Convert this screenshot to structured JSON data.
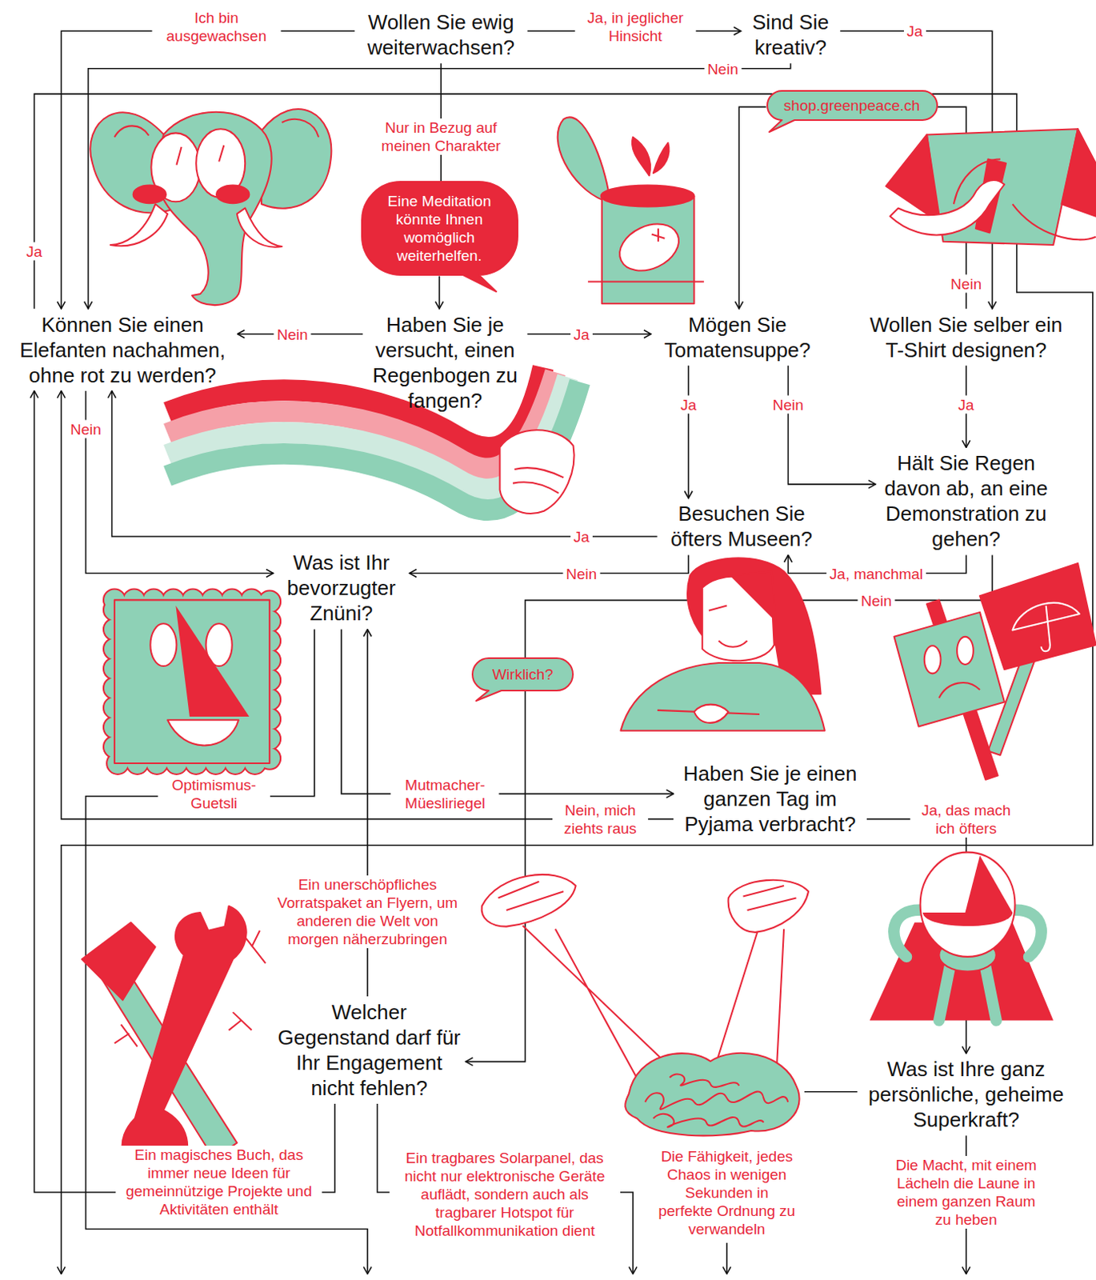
{
  "diagram": {
    "nodes": [
      {
        "text": [
          "Wollen Sie ewig weiterwachsen?"
        ]
      },
      {
        "text": [
          "Sind Sie kreativ?"
        ]
      },
      {
        "text": [
          "shop.greenpeace.ch"
        ]
      },
      {
        "text": [
          "Eine Meditation könnte Ihnen womöglich weiterhelfen."
        ]
      },
      {
        "text": [
          "Können Sie einen Elefanten nachahmen, ohne rot zu werden?"
        ]
      },
      {
        "text": [
          "Haben Sie je versucht, einen Regenbogen zu fangen?"
        ]
      },
      {
        "text": [
          "Mögen Sie Tomatensuppe?"
        ]
      },
      {
        "text": [
          "Wollen Sie selber ein T-Shirt designen?"
        ]
      },
      {
        "text": [
          "Hält Sie Regen davon ab, an eine Demonstration zu gehen?"
        ]
      },
      {
        "text": [
          "Besuchen Sie öfters Museen?"
        ]
      },
      {
        "text": [
          "Was ist Ihr bevorzugter Znüni?"
        ]
      },
      {
        "text": [
          "Wirklich?"
        ]
      },
      {
        "text": [
          "Haben Sie je einen ganzen Tag im Pyjama verbracht?"
        ]
      },
      {
        "text": [
          "Welcher Gegenstand darf für Ihr Engagement nicht fehlen?"
        ]
      },
      {
        "text": [
          "Was ist Ihre ganz persönliche, geheime Superkraft?"
        ]
      }
    ],
    "edges": [
      {
        "from": 0,
        "to": 4,
        "label": "Ich bin ausgewachsen",
        "arrow": "to"
      },
      {
        "from": 0,
        "to": 1,
        "label": "Ja, in jeglicher Hinsicht",
        "arrow": "to"
      },
      {
        "from": 1,
        "to": 4,
        "label": "Nein",
        "arrow": "to"
      },
      {
        "from": 1,
        "to": 7,
        "label": "Ja",
        "arrow": "to"
      },
      {
        "from": 0,
        "to": 3,
        "label": "Nur in Bezug auf meinen Charakter",
        "arrow": "none"
      },
      {
        "from": 3,
        "to": 5,
        "arrow": "to"
      },
      {
        "from": 7,
        "to": 2,
        "label": "Nein",
        "arrow": "none"
      },
      {
        "from": 2,
        "to": 6,
        "arrow": "to"
      },
      {
        "from": 5,
        "to": 4,
        "label": "Nein",
        "arrow": "to"
      },
      {
        "from": 5,
        "to": 6,
        "label": "Ja",
        "arrow": "to"
      },
      {
        "from": 6,
        "to": 9,
        "label": "Ja",
        "arrow": "to"
      },
      {
        "from": 6,
        "to": 8,
        "label": "Nein",
        "arrow": "to"
      },
      {
        "from": 7,
        "to": 8,
        "label": "Ja",
        "arrow": "to"
      },
      {
        "from": 9,
        "to": 4,
        "label": "Ja",
        "arrow": "to"
      },
      {
        "from": 9,
        "to": 10,
        "label": "Nein",
        "arrow": "to"
      },
      {
        "from": 8,
        "to": 9,
        "label": "Ja, manchmal",
        "arrow": "to"
      },
      {
        "from": 4,
        "to": 10,
        "label": "Nein",
        "arrow": "to"
      },
      {
        "from": 8,
        "to": 11,
        "label": "Nein",
        "arrow": "none"
      },
      {
        "from": 11,
        "to": 13,
        "arrow": "to"
      },
      {
        "from": 10,
        "to": 12,
        "label": "Mutmacher-Müesliriegel",
        "arrow": "to"
      },
      {
        "from": 12,
        "to": 4,
        "label": "Nein, mich ziehts raus",
        "arrow": "to"
      },
      {
        "from": 12,
        "to": 14,
        "label": "Ja, das mach ich öfters",
        "arrow": "to"
      },
      {
        "from": 13,
        "to": 10,
        "label": "Ein unerschöpfliches Vorratspaket an Flyern, um anderen die Welt von morgen näherzubringen",
        "arrow": "to"
      },
      {
        "from": 13,
        "to": 4,
        "label": "Ein magisches Buch, das immer neue Ideen für gemeinnützige Projekte und Aktivitäten enthält",
        "arrow": "to"
      }
    ],
    "labels": [
      "Ja",
      "Optimismus-Guetsli",
      "Ein tragbares Solarpanel, das nicht nur elektronische Geräte auflädt, sondern auch als tragbarer Hotspot für Notfallkommunikation dient",
      "Die Fähigkeit, jedes Chaos in wenigen Sekunden in perfekte Ordnung zu verwandeln",
      "Die Macht, mit einem Lächeln die Laune in einem ganzen Raum zu heben"
    ]
  }
}
